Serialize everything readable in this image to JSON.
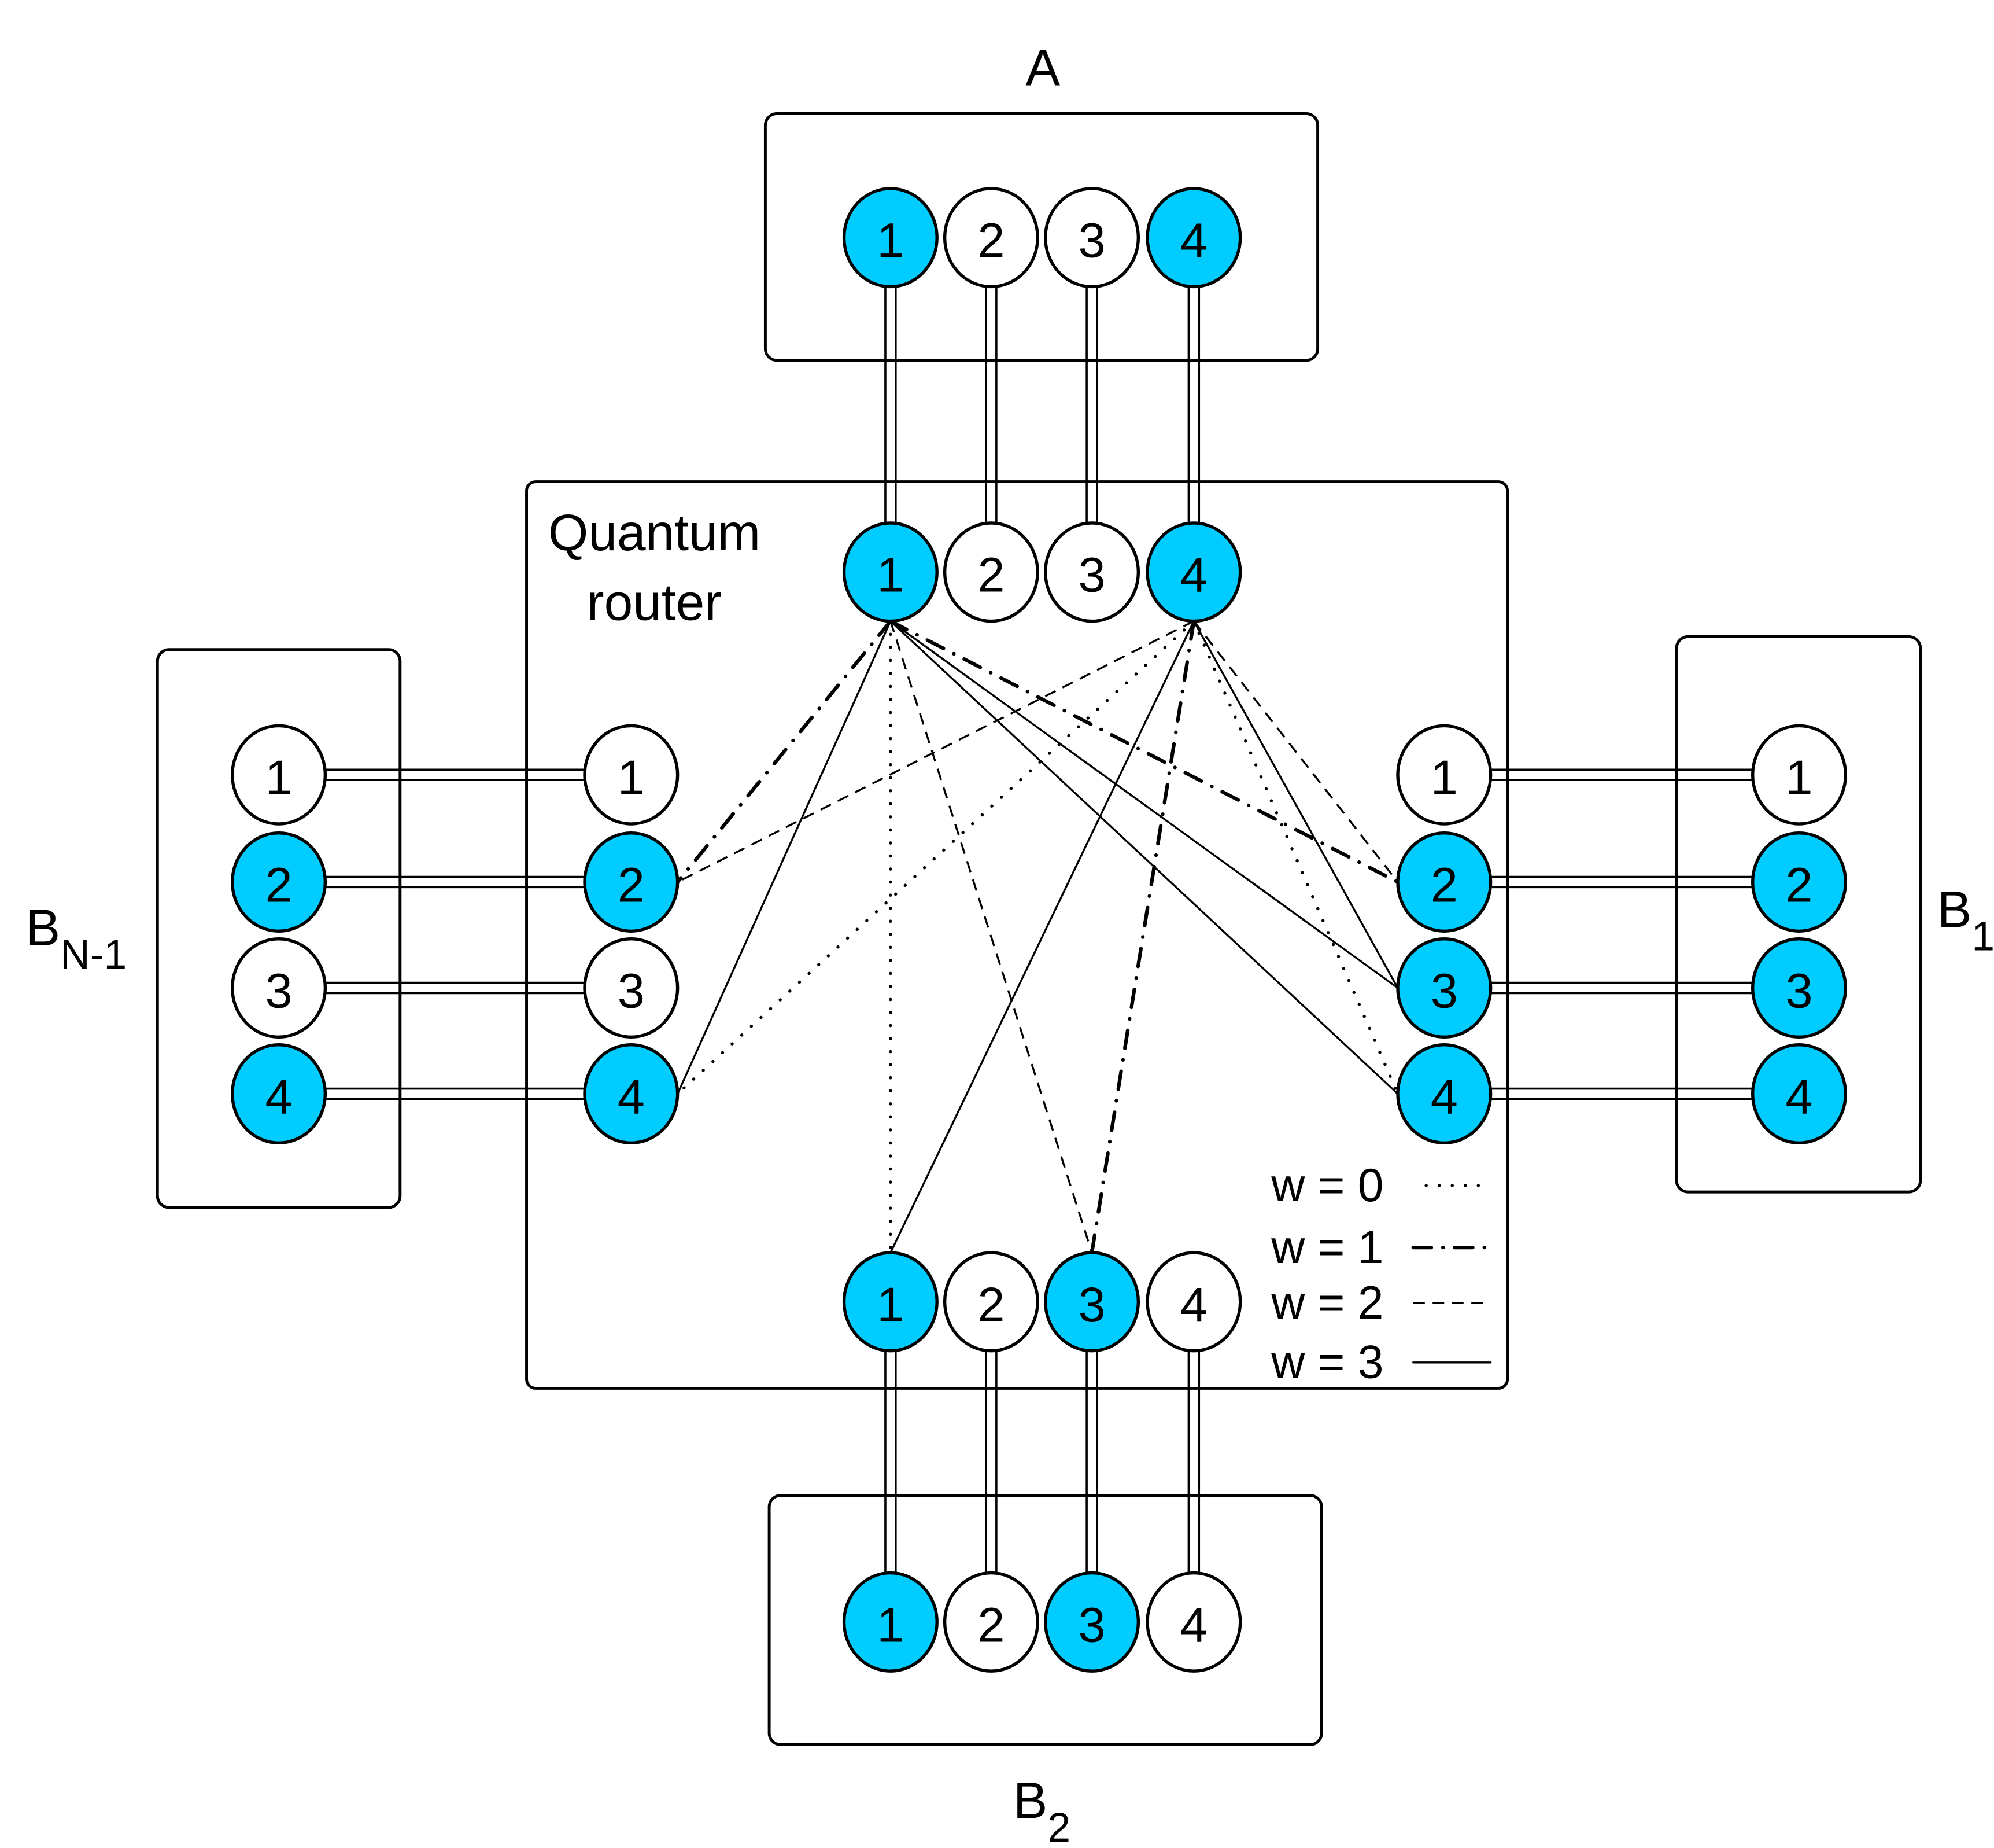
{
  "colors": {
    "active": "#00CCFF",
    "inactive": "#FFFFFF",
    "stroke": "#000000"
  },
  "labels": {
    "A": "A",
    "router_line1": "Quantum",
    "router_line2": "router",
    "B_left_main": "B",
    "B_left_sub": "N-1",
    "B_right_main": "B",
    "B_right_sub": "1",
    "B_bottom_main": "B",
    "B_bottom_sub": "2"
  },
  "nodes": {
    "A": [
      {
        "id": "1",
        "active": true
      },
      {
        "id": "2",
        "active": false
      },
      {
        "id": "3",
        "active": false
      },
      {
        "id": "4",
        "active": true
      }
    ],
    "router_top": [
      {
        "id": "1",
        "active": true
      },
      {
        "id": "2",
        "active": false
      },
      {
        "id": "3",
        "active": false
      },
      {
        "id": "4",
        "active": true
      }
    ],
    "router_left": [
      {
        "id": "1",
        "active": false
      },
      {
        "id": "2",
        "active": true
      },
      {
        "id": "3",
        "active": false
      },
      {
        "id": "4",
        "active": true
      }
    ],
    "router_right": [
      {
        "id": "1",
        "active": false
      },
      {
        "id": "2",
        "active": true
      },
      {
        "id": "3",
        "active": true
      },
      {
        "id": "4",
        "active": true
      }
    ],
    "router_bottom": [
      {
        "id": "1",
        "active": true
      },
      {
        "id": "2",
        "active": false
      },
      {
        "id": "3",
        "active": true
      },
      {
        "id": "4",
        "active": false
      }
    ],
    "B_left": [
      {
        "id": "1",
        "active": false
      },
      {
        "id": "2",
        "active": true
      },
      {
        "id": "3",
        "active": false
      },
      {
        "id": "4",
        "active": true
      }
    ],
    "B_right": [
      {
        "id": "1",
        "active": false
      },
      {
        "id": "2",
        "active": true
      },
      {
        "id": "3",
        "active": true
      },
      {
        "id": "4",
        "active": true
      }
    ],
    "B_bottom": [
      {
        "id": "1",
        "active": true
      },
      {
        "id": "2",
        "active": false
      },
      {
        "id": "3",
        "active": true
      },
      {
        "id": "4",
        "active": false
      }
    ]
  },
  "edges": [
    {
      "from": "router_top.1",
      "to": "router_left.2",
      "w": 1
    },
    {
      "from": "router_top.1",
      "to": "router_left.4",
      "w": 3
    },
    {
      "from": "router_top.1",
      "to": "router_bottom.1",
      "w": 0
    },
    {
      "from": "router_top.1",
      "to": "router_bottom.3",
      "w": 2
    },
    {
      "from": "router_top.1",
      "to": "router_right.2",
      "w": 1
    },
    {
      "from": "router_top.1",
      "to": "router_right.3",
      "w": 3
    },
    {
      "from": "router_top.1",
      "to": "router_right.4",
      "w": 3
    },
    {
      "from": "router_top.4",
      "to": "router_left.2",
      "w": 2
    },
    {
      "from": "router_top.4",
      "to": "router_left.4",
      "w": 0
    },
    {
      "from": "router_top.4",
      "to": "router_bottom.1",
      "w": 3
    },
    {
      "from": "router_top.4",
      "to": "router_bottom.3",
      "w": 1
    },
    {
      "from": "router_top.4",
      "to": "router_right.2",
      "w": 2
    },
    {
      "from": "router_top.4",
      "to": "router_right.3",
      "w": 3
    },
    {
      "from": "router_top.4",
      "to": "router_right.4",
      "w": 0
    }
  ],
  "legend": [
    {
      "label": "w = 0",
      "w": 0
    },
    {
      "label": "w = 1",
      "w": 1
    },
    {
      "label": "w = 2",
      "w": 2
    },
    {
      "label": "w = 3",
      "w": 3
    }
  ]
}
